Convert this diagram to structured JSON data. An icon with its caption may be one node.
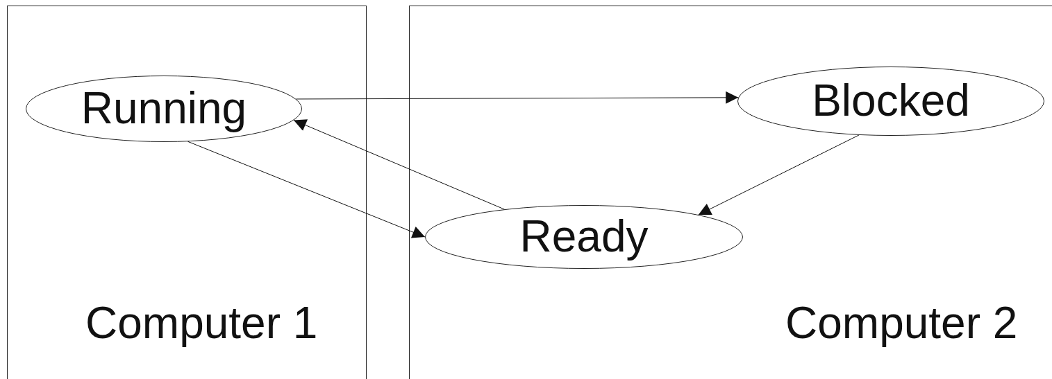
{
  "diagram": {
    "nodes": [
      {
        "text": [
          "Computer 1"
        ]
      },
      {
        "text": [
          "Computer 2"
        ]
      },
      {
        "text": [
          "Running"
        ],
        "in": 0
      },
      {
        "text": [
          "Blocked"
        ],
        "in": 1
      },
      {
        "text": [
          "Ready"
        ],
        "in": 1
      }
    ],
    "edges": [
      {
        "from": 2,
        "to": 3,
        "arrow": "to"
      },
      {
        "from": 3,
        "to": 4,
        "arrow": "to"
      },
      {
        "from": 4,
        "to": 2,
        "arrow": "to"
      },
      {
        "from": 2,
        "to": 4,
        "arrow": "to"
      }
    ]
  }
}
